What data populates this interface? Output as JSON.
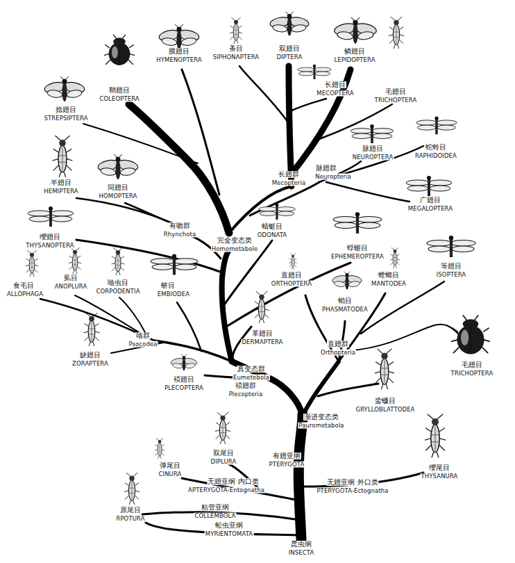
{
  "diagram": {
    "labels": [
      "鞘翅目",
      "COLEOPTERA",
      "膜翅目",
      "HYMENOPTERA",
      "蚤目",
      "SIPHONAPTERA",
      "双翅目",
      "DIPTERA",
      "鳞翅目",
      "LEPIDOPTERA",
      "长翅目",
      "MECOPTERA",
      "毛翅目",
      "TRICHOPTERA",
      "捻翅目",
      "STREPSIPTERA",
      "蛇蛉目",
      "RAPHIDOIDEA",
      "脉翅目",
      "NEUROPTERA",
      "长翅群",
      "Mecopteria",
      "脉翅群",
      "Neuropteria",
      "半翅目",
      "HEMIPTERA",
      "同翅目",
      "HOMOPTERA",
      "广翅目",
      "MEGALOPTERA",
      "有吻群",
      "Rhynchota",
      "完全变态类",
      "Homometabole",
      "蜻蜓目",
      "ODONATA",
      "缨翅目",
      "THYSANOPTERA",
      "蜉蝣目",
      "EPHEMEROPTERA",
      "等翅目",
      "ISOPTERA",
      "食毛目",
      "ALLOPHAGA",
      "虱目",
      "ANOPLURA",
      "啮虫目",
      "CORPODENTIA",
      "蛴目",
      "EMBIODEA",
      "直翅目",
      "ORTHOPTERA",
      "螳螂目",
      "MANTODEA",
      "蛸目",
      "PHASMATODEA",
      "啮群",
      "Psocodea",
      "革翅目",
      "DERMAPTERA",
      "直翅群",
      "Orthopteria",
      "毛翅目",
      "TRICHOPTERA",
      "缺翅目",
      "ZORAPTERA",
      "真变态群",
      "Eumetebola",
      "襀翅目",
      "PLECOPTERA",
      "襀翅群",
      "Plecopteria",
      "蛩蠊目",
      "GRYLLOBLATTODEA",
      "渐进变态类",
      "Paurometabola",
      "双尾目",
      "DIPLURA",
      "有翅亚纲",
      "PTERYGOTA",
      "弹尾目",
      "CINURA",
      "无翅亚纲 内口类",
      "APTERYGOTA-Entognatha",
      "无翅亚纲 外口类",
      "PTERYGOTA-Ectognatha",
      "缨尾目",
      "THYSANURA",
      "原尾目",
      "RPOTURA",
      "粘管亚纲",
      "COLLEMBOLA",
      "蚣虫亚纲",
      "MYRIENTOMATA",
      "昆虫纲",
      "INSECTA"
    ]
  }
}
